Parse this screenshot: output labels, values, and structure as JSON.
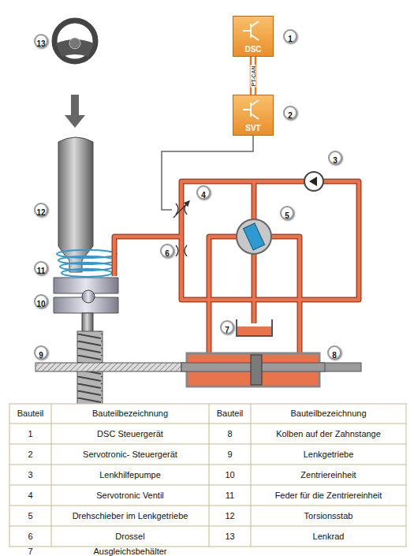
{
  "diagram": {
    "nodes": [
      {
        "text": [
          "DSC"
        ]
      },
      {
        "text": [
          "SVT"
        ]
      }
    ],
    "edges": [
      {
        "from": 0,
        "to": 1,
        "arrow": "none",
        "label": "PT-CAN"
      }
    ],
    "labels": [
      "13",
      "1",
      "2",
      "3",
      "4",
      "12",
      "5",
      "6",
      "11",
      "10",
      "7",
      "9",
      "8",
      "Bauteil",
      "Bauteilbezeichnung",
      "Bauteil",
      "Bauteilbezeichnung",
      "1",
      "DSC Steuergerät",
      "8",
      "Kolben auf der Zahnstange",
      "2",
      "Servotronic- Steuergerät",
      "9",
      "Lenkgetriebe",
      "3",
      "Lenkhilfepumpe",
      "10",
      "Zentriereinheit",
      "4",
      "Servotronic Ventil",
      "11",
      "Feder für die Zentriereinheit",
      "5",
      "Drehschieber im Lenkgetriebe",
      "12",
      "Torsionsstab",
      "6",
      "Drossel",
      "13",
      "Lenkrad",
      "7",
      "Ausgleichsbehälter"
    ]
  }
}
